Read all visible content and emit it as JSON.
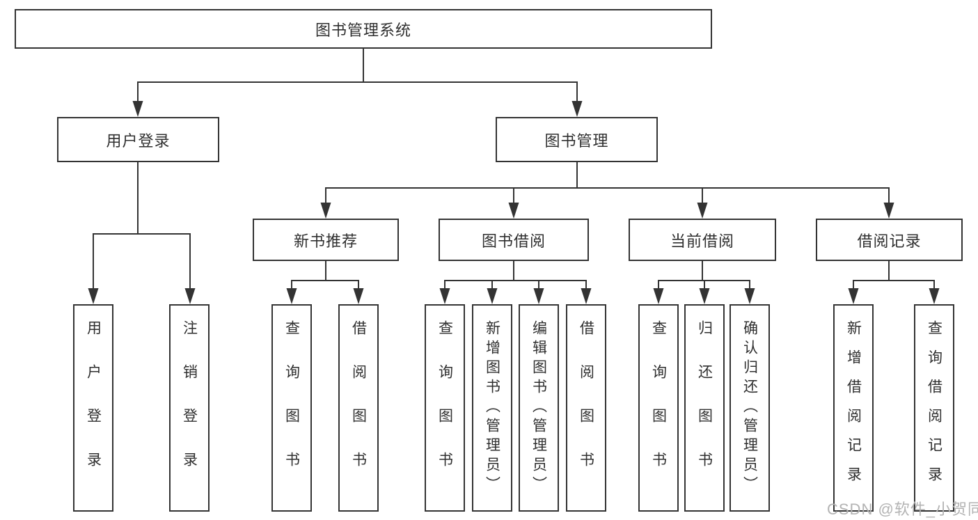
{
  "tree": {
    "root": {
      "label": "图书管理系统"
    },
    "branches": [
      {
        "label": "用户登录",
        "children": [
          {
            "label": "用户登录"
          },
          {
            "label": "注销登录"
          }
        ]
      },
      {
        "label": "图书管理",
        "sections": [
          {
            "label": "新书推荐",
            "children": [
              {
                "label": "查询图书"
              },
              {
                "label": "借阅图书"
              }
            ]
          },
          {
            "label": "图书借阅",
            "children": [
              {
                "label": "查询图书"
              },
              {
                "label": "新增图书（管理员）"
              },
              {
                "label": "编辑图书（管理员）"
              },
              {
                "label": "借阅图书"
              }
            ]
          },
          {
            "label": "当前借阅",
            "children": [
              {
                "label": "查询图书"
              },
              {
                "label": "归还图书"
              },
              {
                "label": "确认归还（管理员）"
              }
            ]
          },
          {
            "label": "借阅记录",
            "children": [
              {
                "label": "新增借阅记录"
              },
              {
                "label": "查询借阅记录"
              }
            ]
          }
        ]
      }
    ]
  },
  "watermark": "CSDN @软件_小贺同学",
  "colors": {
    "line": "#333333",
    "box_border": "#333333",
    "text": "#2f2f2f",
    "watermark": "#b3b3b3",
    "background": "#ffffff"
  }
}
